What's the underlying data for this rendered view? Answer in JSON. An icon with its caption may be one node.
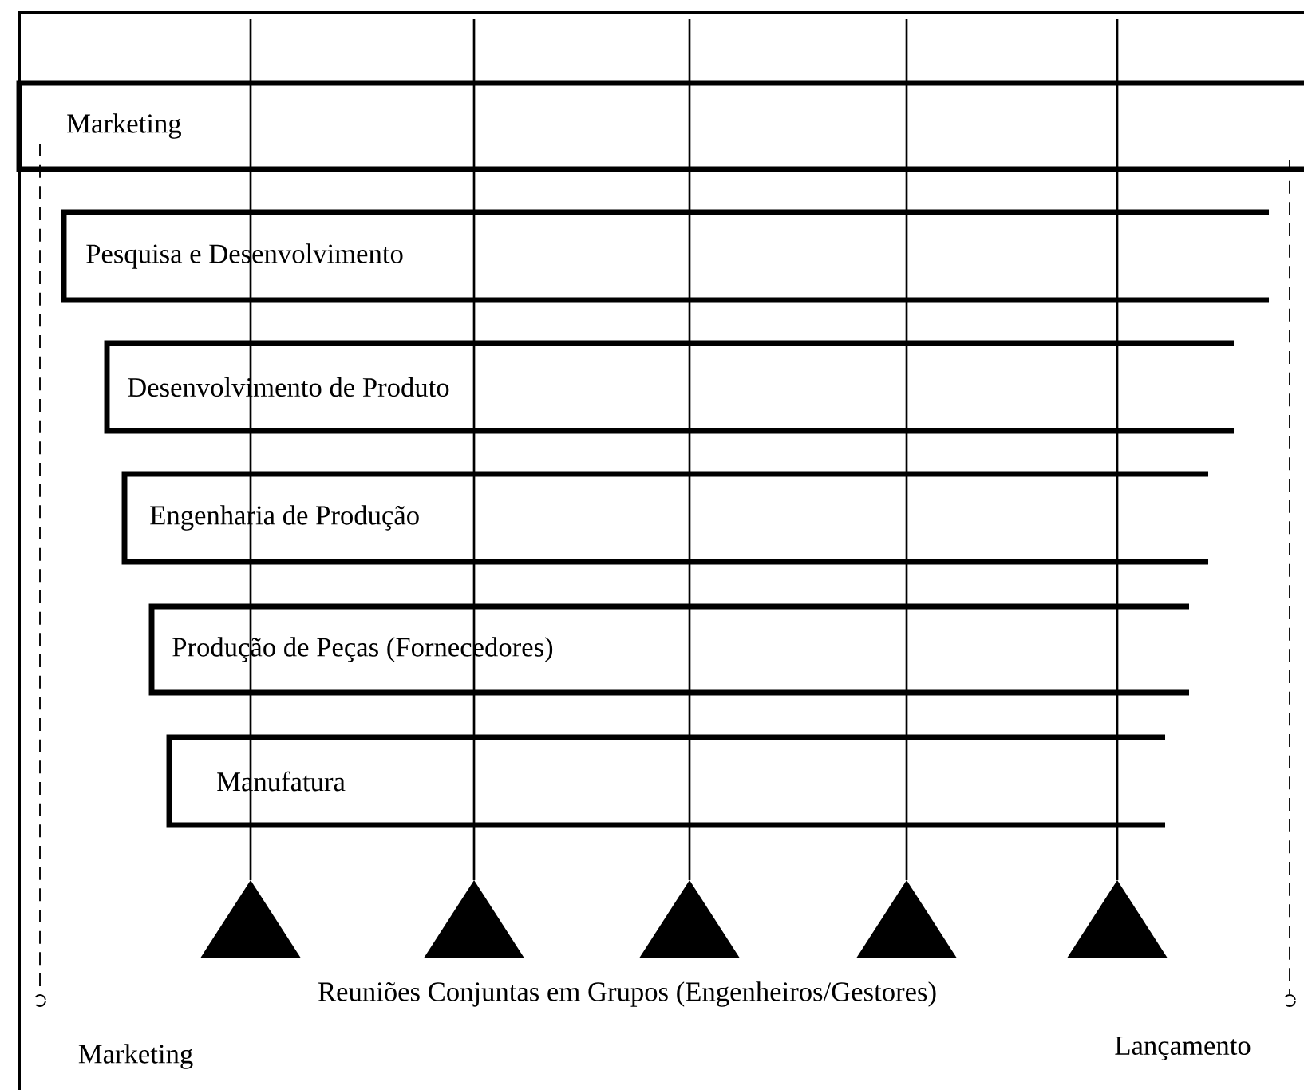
{
  "diagram": {
    "nodes": [
      {
        "text": [
          "Marketing"
        ]
      },
      {
        "text": [
          "Pesquisa e Desenvolvimento"
        ]
      },
      {
        "text": [
          "Desenvolvimento de Produto"
        ]
      },
      {
        "text": [
          "Engenharia de Produção"
        ]
      },
      {
        "text": [
          "Produção de Peças (Fornecedores)"
        ]
      },
      {
        "text": [
          "Manufatura"
        ]
      },
      {
        "text": [],
        "shape": "triangle"
      },
      {
        "text": [],
        "shape": "triangle"
      },
      {
        "text": [],
        "shape": "triangle"
      },
      {
        "text": [],
        "shape": "triangle"
      },
      {
        "text": [],
        "shape": "triangle"
      }
    ],
    "edges": [
      {
        "from": null,
        "to": 6,
        "arrow": "none"
      },
      {
        "from": null,
        "to": 7,
        "arrow": "none"
      },
      {
        "from": null,
        "to": 8,
        "arrow": "none"
      },
      {
        "from": null,
        "to": 9,
        "arrow": "none"
      },
      {
        "from": null,
        "to": 10,
        "arrow": "none"
      }
    ],
    "labels": [
      "Reuniões Conjuntas em Grupos (Engenheiros/Gestores)",
      "Marketing",
      "Lançamento"
    ]
  }
}
